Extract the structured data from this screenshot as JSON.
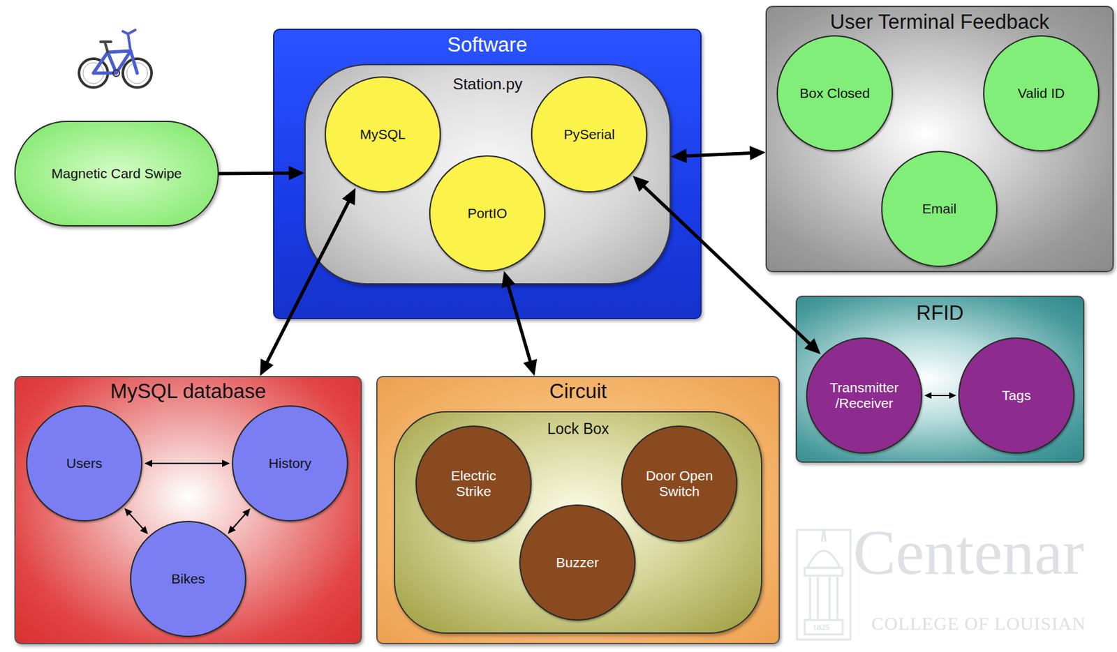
{
  "diagram": {
    "nodes": [
      {
        "text": [
          "Magnetic Card Swipe"
        ]
      },
      {
        "text": [
          "Software"
        ]
      },
      {
        "text": [
          "Station.py"
        ],
        "in": 1
      },
      {
        "text": [
          "MySQL"
        ],
        "in": 2
      },
      {
        "text": [
          "PySerial"
        ],
        "in": 2
      },
      {
        "text": [
          "PortIO"
        ],
        "in": 2
      },
      {
        "text": [
          "User Terminal Feedback"
        ]
      },
      {
        "text": [
          "Box Closed"
        ],
        "in": 6
      },
      {
        "text": [
          "Valid ID"
        ],
        "in": 6
      },
      {
        "text": [
          "Email"
        ],
        "in": 6
      },
      {
        "text": [
          "RFID"
        ]
      },
      {
        "text": [
          "Transmitter /Receiver"
        ],
        "in": 10
      },
      {
        "text": [
          "Tags"
        ],
        "in": 10
      },
      {
        "text": [
          "MySQL database"
        ]
      },
      {
        "text": [
          "Users"
        ],
        "in": 13
      },
      {
        "text": [
          "History"
        ],
        "in": 13
      },
      {
        "text": [
          "Bikes"
        ],
        "in": 13
      },
      {
        "text": [
          "Circuit"
        ]
      },
      {
        "text": [
          "Lock Box"
        ],
        "in": 17
      },
      {
        "text": [
          "Electric Strike"
        ],
        "in": 18
      },
      {
        "text": [
          "Door Open Switch"
        ],
        "in": 18
      },
      {
        "text": [
          "Buzzer"
        ],
        "in": 18
      }
    ],
    "edges": [
      {
        "from": 0,
        "to": 2,
        "arrow": "to"
      },
      {
        "from": 2,
        "to": 6,
        "arrow": "both"
      },
      {
        "from": 3,
        "to": 13,
        "arrow": "both"
      },
      {
        "from": 5,
        "to": 17,
        "arrow": "both"
      },
      {
        "from": 4,
        "to": 11,
        "arrow": "both"
      },
      {
        "from": 11,
        "to": 12,
        "arrow": "both"
      },
      {
        "from": 14,
        "to": 15,
        "arrow": "both"
      },
      {
        "from": 14,
        "to": 16,
        "arrow": "both"
      },
      {
        "from": 15,
        "to": 16,
        "arrow": "both"
      }
    ],
    "labels": [
      "Centenar",
      "COLLEGE OF LOUISIAN",
      "1825"
    ]
  }
}
